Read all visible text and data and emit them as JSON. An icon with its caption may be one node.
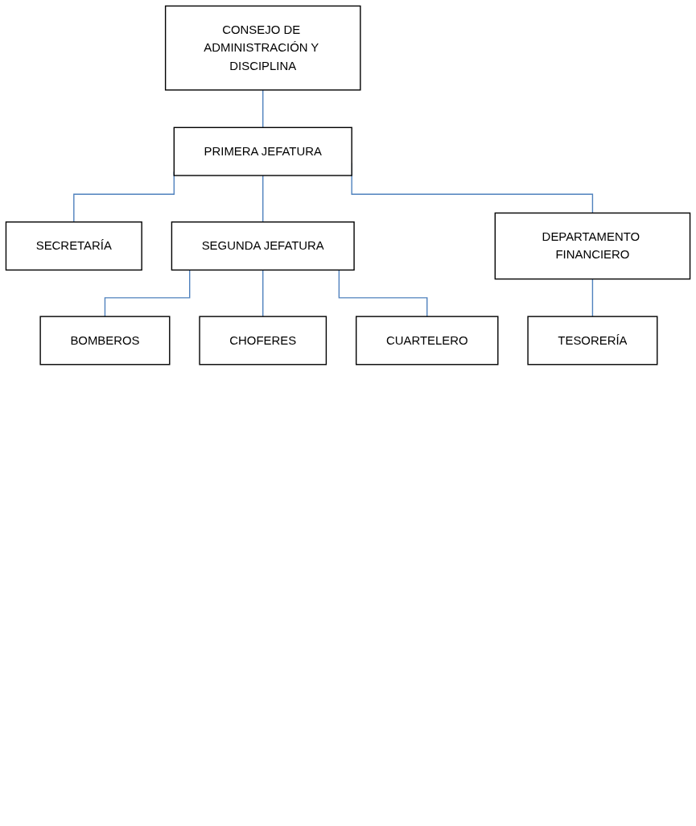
{
  "diagram": {
    "nodes": [
      {
        "text": [
          "CONSEJO DE ADMINISTRACIÓN Y DISCIPLINA"
        ]
      },
      {
        "text": [
          "PRIMERA JEFATURA"
        ]
      },
      {
        "text": [
          "SECRETARÍA"
        ]
      },
      {
        "text": [
          "SEGUNDA JEFATURA"
        ]
      },
      {
        "text": [
          "DEPARTAMENTO FINANCIERO"
        ]
      },
      {
        "text": [
          "BOMBEROS"
        ]
      },
      {
        "text": [
          "CHOFERES"
        ]
      },
      {
        "text": [
          "CUARTELERO"
        ]
      },
      {
        "text": [
          "TESORERÍA"
        ]
      }
    ],
    "edges": [
      {
        "from": 0,
        "to": 1,
        "arrow": "none"
      },
      {
        "from": 1,
        "to": 2,
        "arrow": "none"
      },
      {
        "from": 1,
        "to": 3,
        "arrow": "none"
      },
      {
        "from": 1,
        "to": 4,
        "arrow": "none"
      },
      {
        "from": 3,
        "to": 5,
        "arrow": "none"
      },
      {
        "from": 3,
        "to": 6,
        "arrow": "none"
      },
      {
        "from": 3,
        "to": 7,
        "arrow": "none"
      },
      {
        "from": 4,
        "to": 8,
        "arrow": "none"
      }
    ]
  }
}
